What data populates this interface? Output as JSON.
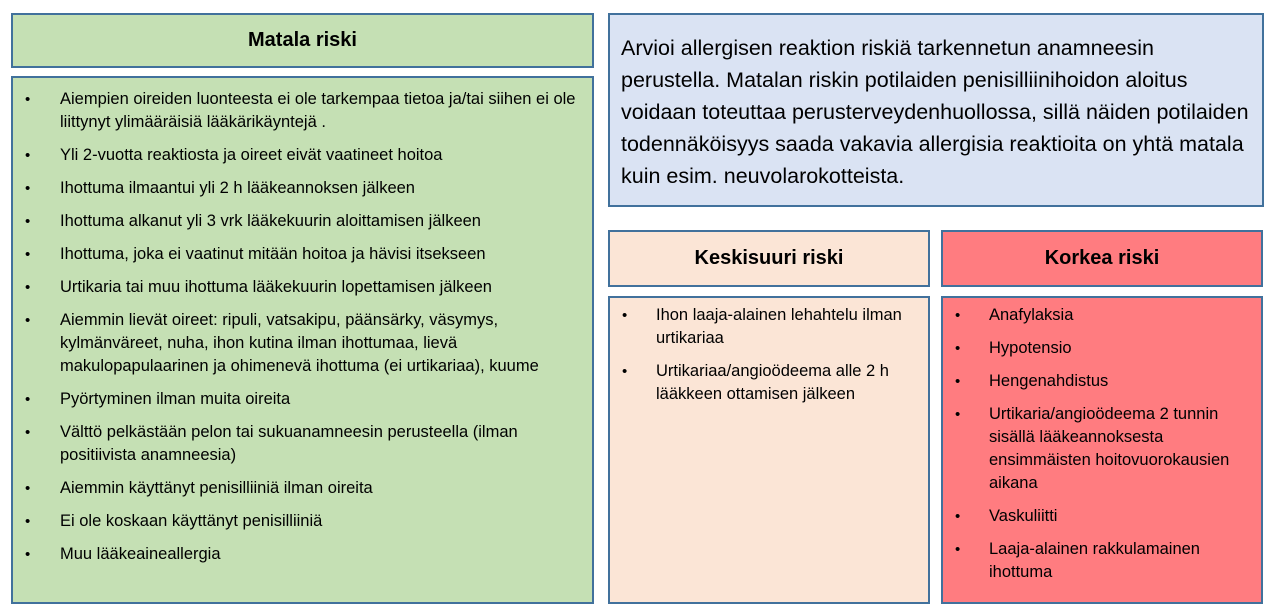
{
  "low": {
    "title": "Matala riski",
    "items": [
      "Aiempien oireiden luonteesta ei ole tarkempaa tietoa ja/tai siihen ei ole liittynyt ylimääräisiä lääkärikäyntejä .",
      "Yli 2-vuotta reaktiosta ja oireet eivät vaatineet hoitoa",
      "Ihottuma ilmaantui yli 2 h lääkeannoksen jälkeen",
      "Ihottuma alkanut yli 3 vrk lääkekuurin aloittamisen jälkeen",
      "Ihottuma, joka ei vaatinut mitään hoitoa ja hävisi itsekseen",
      "Urtikaria tai muu ihottuma lääkekuurin lopettamisen jälkeen",
      "Aiemmin lievät oireet: ripuli, vatsakipu, päänsärky, väsymys, kylmänväreet, nuha, ihon kutina ilman ihottumaa, lievä makulopapulaarinen ja ohimenevä ihottuma (ei urtikariaa), kuume",
      "Pyörtyminen ilman muita oireita",
      "Välttö pelkästään pelon tai sukuanamneesin perusteella (ilman positiivista anamneesia)",
      "Aiemmin käyttänyt penisilliiniä ilman oireita",
      "Ei ole koskaan käyttänyt penisilliiniä",
      "Muu lääkeaineallergia"
    ]
  },
  "note": {
    "text": "Arvioi allergisen reaktion riskiä tarkennetun anamneesin perustella.  Matalan riskin potilaiden penisilliinihoidon aloitus voidaan toteuttaa perusterveydenhuollossa, sillä näiden potilaiden todennäköisyys saada vakavia allergisia reaktioita on yhtä matala kuin esim. neuvolarokotteista."
  },
  "medium": {
    "title": "Keskisuuri riski",
    "items": [
      "Ihon laaja-alainen lehahtelu ilman urtikariaa",
      "Urtikariaa/angioödeema alle 2 h lääkkeen ottamisen jälkeen"
    ]
  },
  "high": {
    "title": "Korkea riski",
    "items": [
      "Anafylaksia",
      "Hypotensio",
      "Hengenahdistus",
      "Urtikaria/angioödeema 2 tunnin sisällä lääkeannoksesta ensimmäisten hoitovuorokausien aikana",
      "Vaskuliitti",
      "Laaja-alainen rakkulamainen ihottuma"
    ]
  },
  "colors": {
    "low": "#c5e0b4",
    "medium": "#fbe5d6",
    "high": "#ff7c80",
    "note": "#dae3f3",
    "border": "#41719c"
  }
}
